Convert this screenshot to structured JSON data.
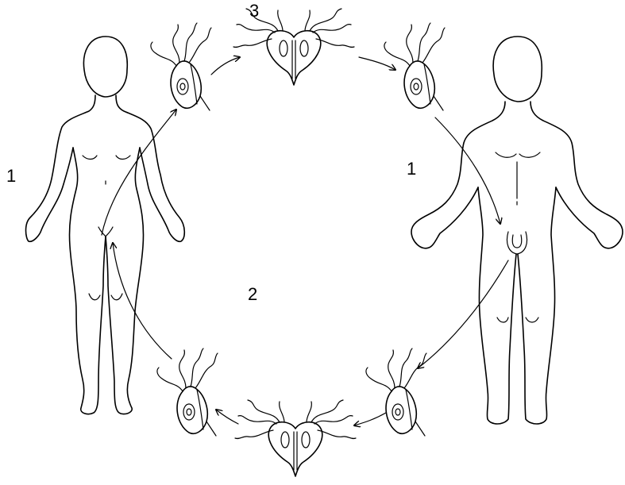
{
  "diagram": {
    "labels": {
      "host_female": "1",
      "host_male": "1",
      "transmission_cycle": "2",
      "dividing_trophozoite": "3"
    },
    "figures": [
      "female-human-figure",
      "male-human-figure"
    ],
    "stages": [
      "flagellate-trophozoite",
      "dividing-trophozoite"
    ],
    "colors": {
      "line": "#000000",
      "background": "#ffffff"
    }
  }
}
